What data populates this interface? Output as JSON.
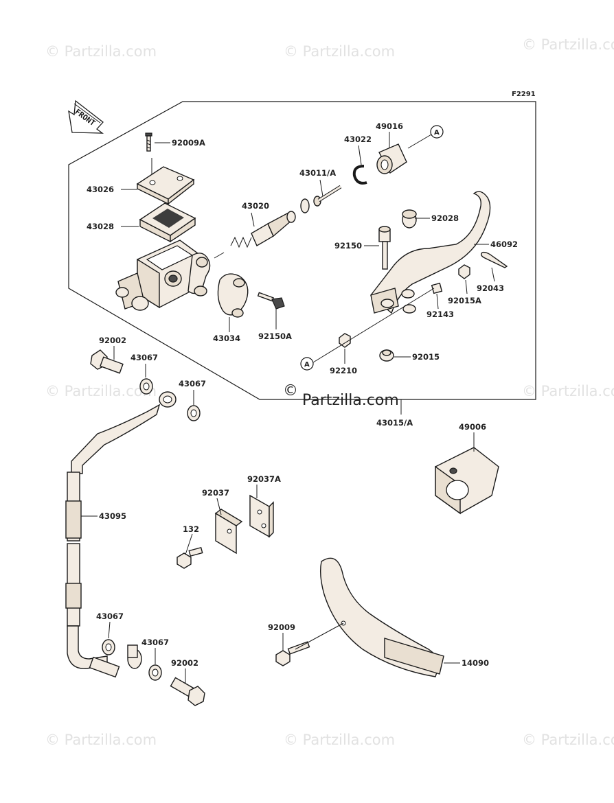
{
  "diagram": {
    "code": "F2291",
    "front_label": "FRONT",
    "ref_marker": "A",
    "watermark": "© Partzilla.com",
    "center_watermark_symbol": "©",
    "center_watermark_text": "Partzilla.com",
    "labels": {
      "p92009A": "92009A",
      "p43026": "43026",
      "p43028": "43028",
      "p43020": "43020",
      "p43011A": "43011/A",
      "p43022": "43022",
      "p49016": "49016",
      "p92028": "92028",
      "p92150": "92150",
      "p46092": "46092",
      "p92043": "92043",
      "p92015A": "92015A",
      "p92143": "92143",
      "p43034": "43034",
      "p92150A": "92150A",
      "p92210": "92210",
      "p92015": "92015",
      "p43015A": "43015/A",
      "p92002a": "92002",
      "p43067a": "43067",
      "p43067b": "43067",
      "p49006": "49006",
      "p92037A": "92037A",
      "p92037": "92037",
      "p132": "132",
      "p43095": "43095",
      "p43067c": "43067",
      "p43067d": "43067",
      "p92002b": "92002",
      "p92009": "92009",
      "p14090": "14090"
    }
  }
}
